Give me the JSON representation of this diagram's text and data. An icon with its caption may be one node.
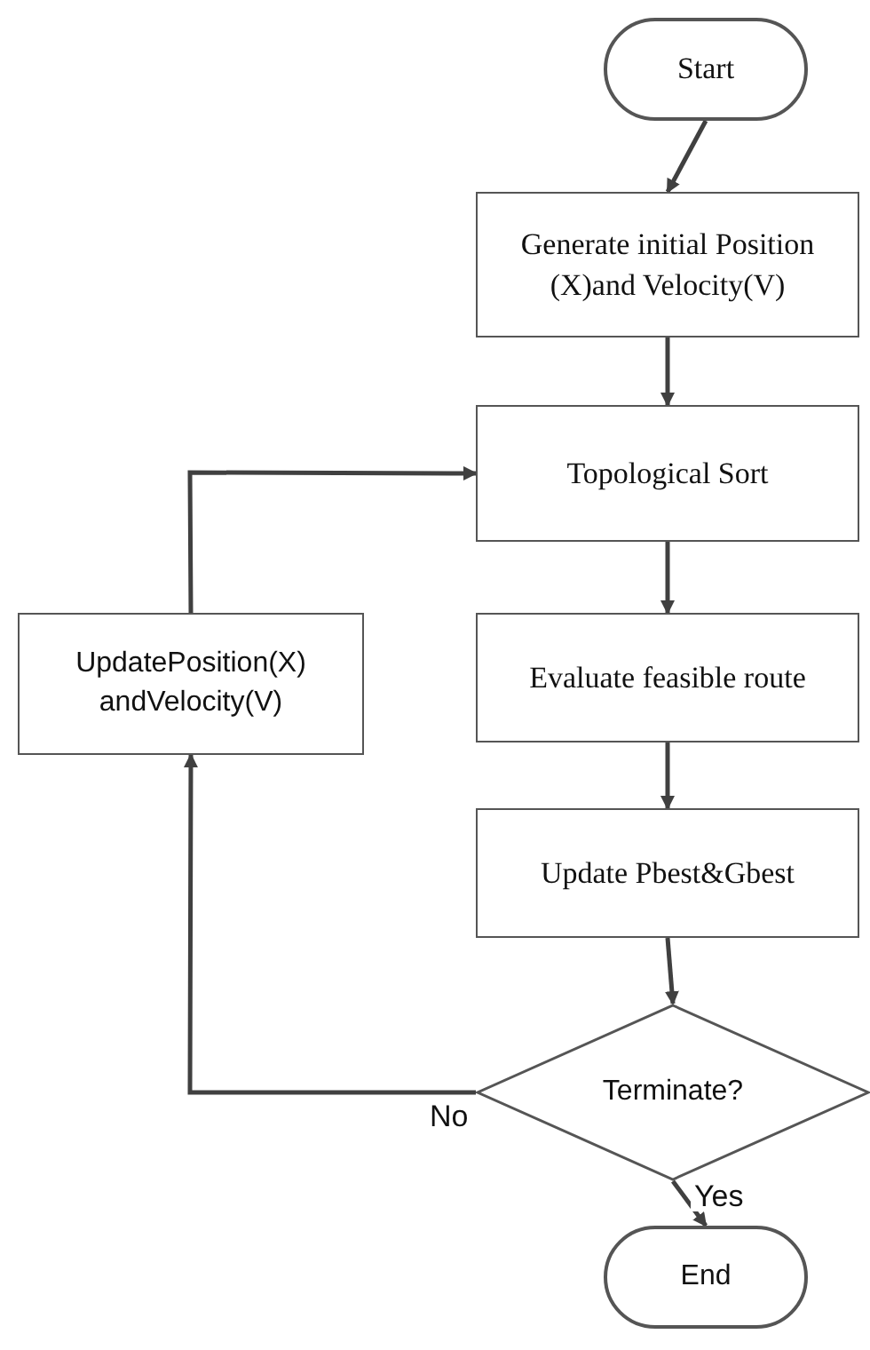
{
  "diagram": {
    "nodes": [
      {
        "text": [
          "Start"
        ]
      },
      {
        "text": [
          "Generate initial Position (X)and Velocity(V)"
        ]
      },
      {
        "text": [
          "Topological Sort"
        ]
      },
      {
        "text": [
          "Evaluate feasible route"
        ]
      },
      {
        "text": [
          "Update Pbest&Gbest"
        ]
      },
      {
        "text": [
          "Terminate?"
        ]
      },
      {
        "text": [
          "End"
        ]
      },
      {
        "text": [
          "UpdatePosition(X) andVelocity(V)"
        ]
      }
    ],
    "edges": [
      {
        "from": 0,
        "to": 1,
        "arrow": "to"
      },
      {
        "from": 1,
        "to": 2,
        "arrow": "to"
      },
      {
        "from": 2,
        "to": 3,
        "arrow": "to"
      },
      {
        "from": 3,
        "to": 4,
        "arrow": "to"
      },
      {
        "from": 4,
        "to": 5,
        "arrow": "to"
      },
      {
        "from": 5,
        "to": 6,
        "arrow": "to",
        "label": "Yes"
      },
      {
        "from": 5,
        "to": 7,
        "arrow": "to",
        "label": "No"
      },
      {
        "from": 7,
        "to": 2,
        "arrow": "to"
      }
    ]
  }
}
